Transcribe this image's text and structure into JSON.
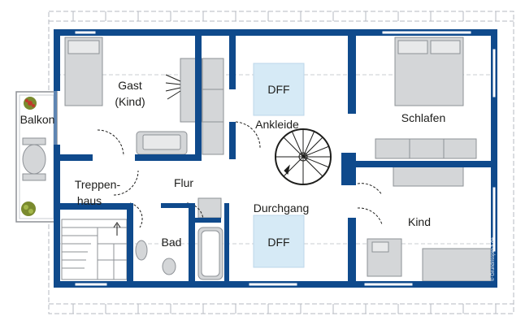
{
  "colors": {
    "wall": "#0f4a8c",
    "floor": "#ffffff",
    "furniture_fill": "#d4d6d8",
    "furniture_stroke": "#8d9196",
    "skylight": "#d6eaf6",
    "sloped_area": "#f2f2f2",
    "dashed_line": "#9aa0a6",
    "plant": "#7a8a2e"
  },
  "rooms": {
    "gast": [
      "Gast",
      "(Kind)"
    ],
    "balkon": "Balkon",
    "treppenhaus": [
      "Treppen-",
      "haus"
    ],
    "flur": "Flur",
    "ankleide": "Ankleide",
    "schlafen": "Schlafen",
    "durchgang": "Durchgang",
    "kind": "Kind",
    "bad": "Bad"
  },
  "skylights": {
    "top": "DFF",
    "bottom": "DFF"
  },
  "watermark": "© Grundrisspro fi.de",
  "icons": {
    "stair": "stair-icon",
    "spiral_stair": "spiral-stair-icon",
    "door": "door-swing-icon",
    "plant": "plant-icon"
  }
}
